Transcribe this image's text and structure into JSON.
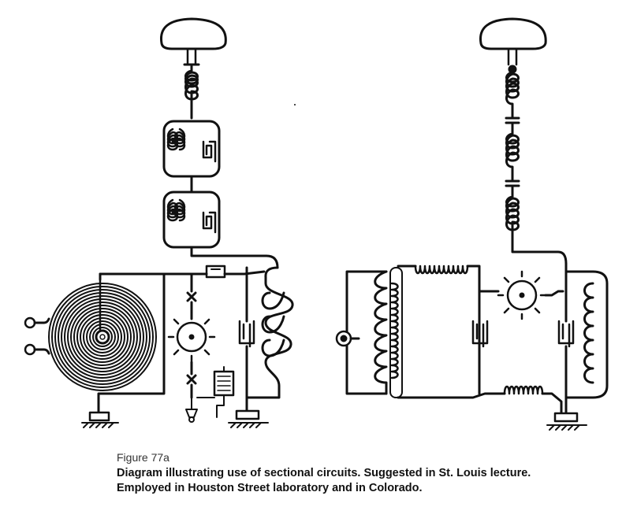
{
  "caption": {
    "label": "Figure 77a",
    "line1": "Diagram illustrating use of sectional circuits. Suggested in St. Louis lecture.",
    "line2": "Employed in Houston Street laboratory and in Colorado."
  },
  "colors": {
    "ink": "#111111",
    "background": "#ffffff"
  }
}
